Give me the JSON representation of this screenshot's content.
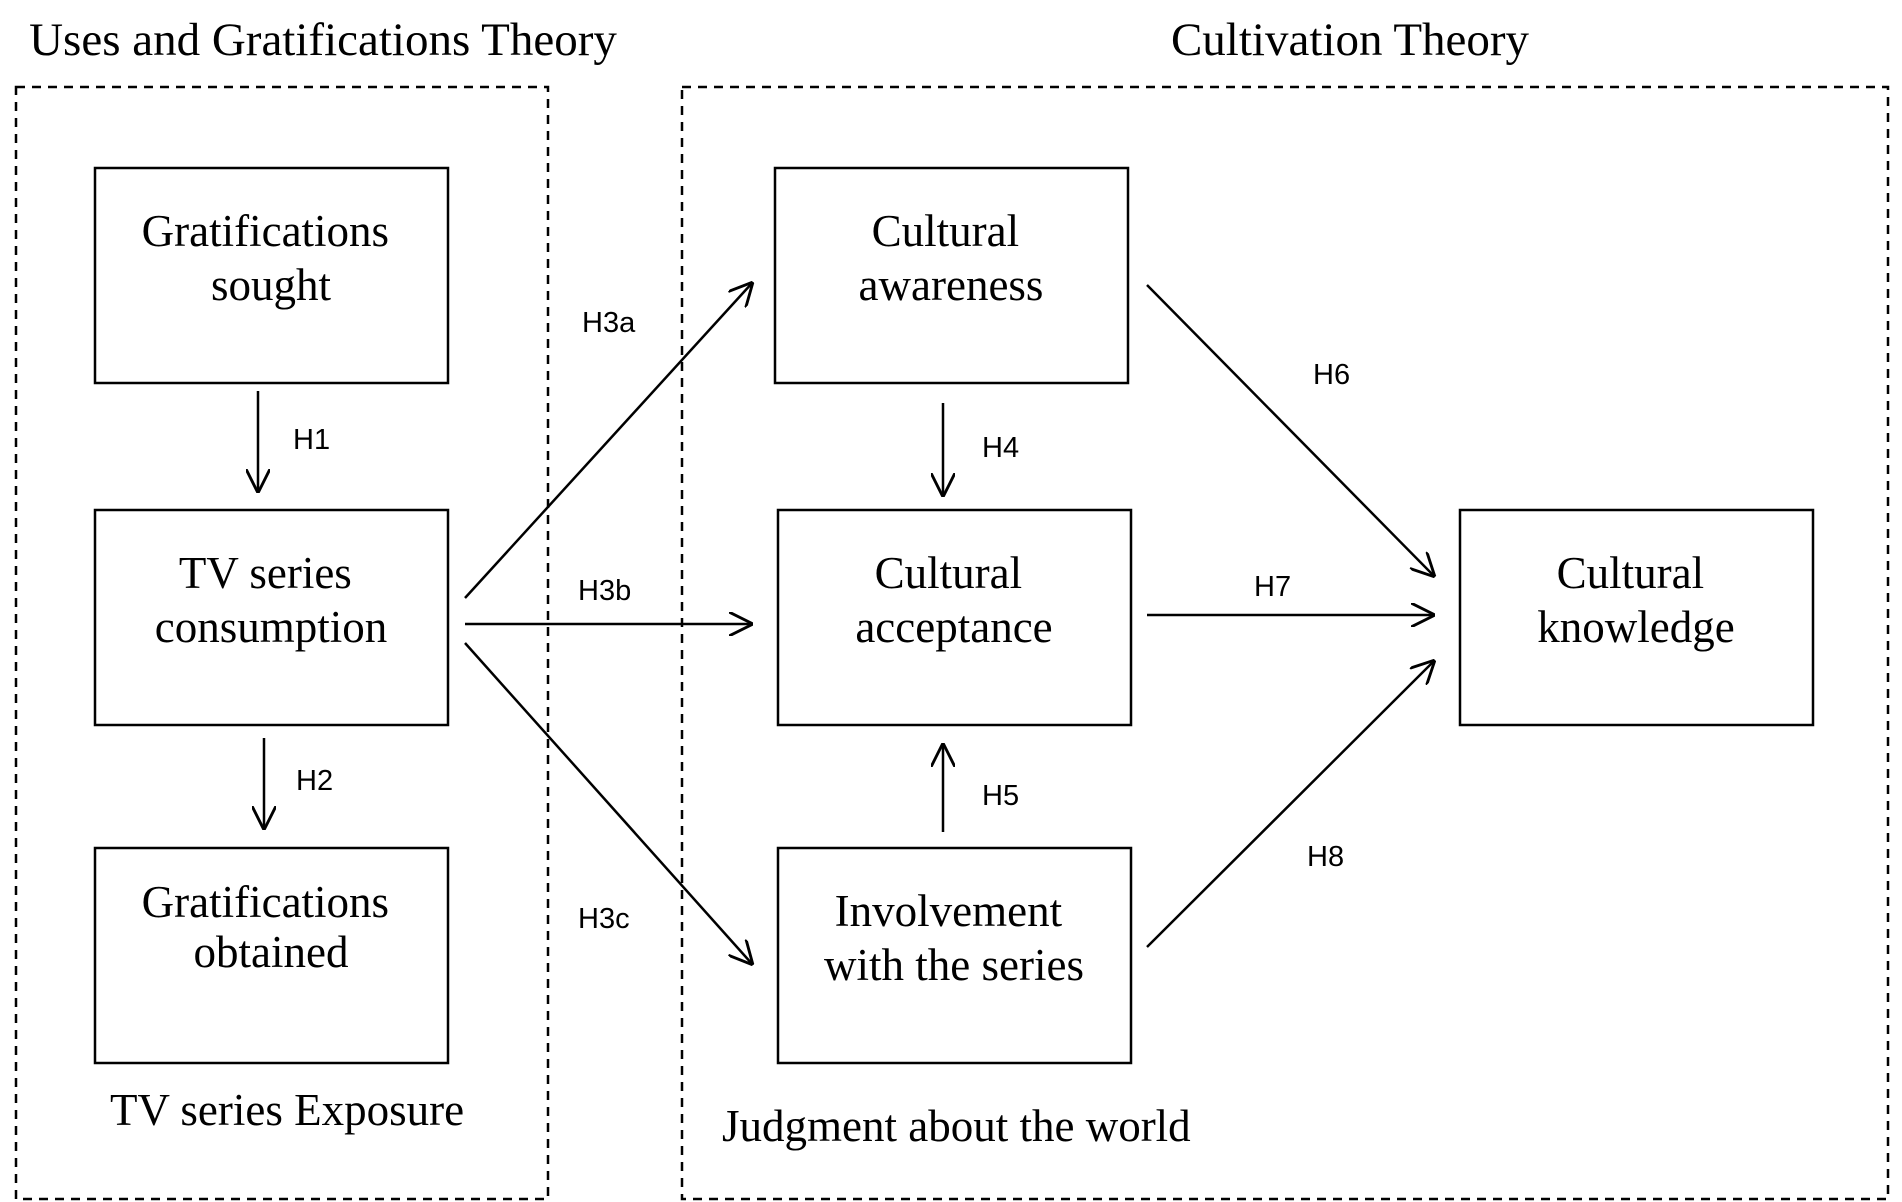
{
  "groups": [
    {
      "id": "ug",
      "heading": "Uses and Gratifications Theory",
      "caption": "TV series Exposure"
    },
    {
      "id": "ct",
      "heading": "Cultivation Theory",
      "caption": "Judgment about the world"
    }
  ],
  "nodes": [
    {
      "id": "gs",
      "lines": [
        "Gratifications",
        "sought"
      ]
    },
    {
      "id": "tvc",
      "lines": [
        "TV series",
        "consumption"
      ]
    },
    {
      "id": "go",
      "lines": [
        "Gratifications",
        "obtained"
      ]
    },
    {
      "id": "caw",
      "lines": [
        "Cultural",
        "awareness"
      ]
    },
    {
      "id": "cac",
      "lines": [
        "Cultural",
        "acceptance"
      ]
    },
    {
      "id": "inv",
      "lines": [
        "Involvement",
        "with the series"
      ]
    },
    {
      "id": "ckn",
      "lines": [
        "Cultural",
        "knowledge"
      ]
    }
  ],
  "edges": [
    {
      "from": "gs",
      "to": "tvc",
      "label": "H1"
    },
    {
      "from": "tvc",
      "to": "go",
      "label": "H2"
    },
    {
      "from": "tvc",
      "to": "caw",
      "label": "H3a"
    },
    {
      "from": "tvc",
      "to": "cac",
      "label": "H3b"
    },
    {
      "from": "tvc",
      "to": "inv",
      "label": "H3c"
    },
    {
      "from": "caw",
      "to": "cac",
      "label": "H4"
    },
    {
      "from": "inv",
      "to": "cac",
      "label": "H5"
    },
    {
      "from": "caw",
      "to": "ckn",
      "label": "H6"
    },
    {
      "from": "cac",
      "to": "ckn",
      "label": "H7"
    },
    {
      "from": "inv",
      "to": "ckn",
      "label": "H8"
    }
  ]
}
